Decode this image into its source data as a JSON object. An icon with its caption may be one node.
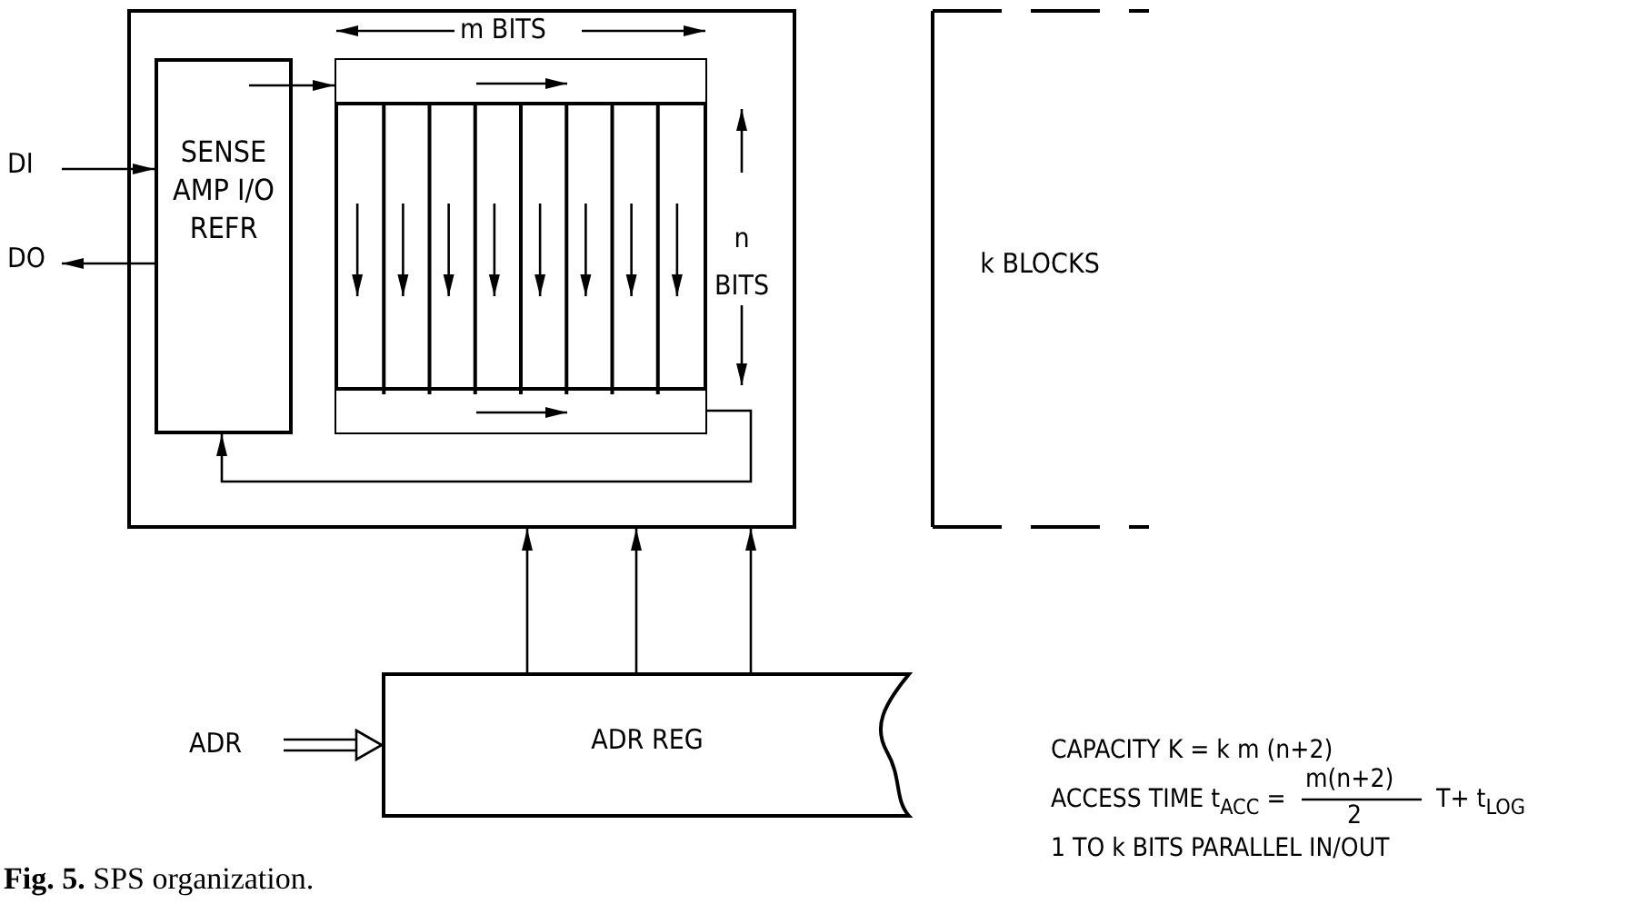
{
  "diagram": {
    "caption": "**Fig. 5.** SPS organization.",
    "nodes": [
      {
        "text": [],
        "shape": "box"
      },
      {
        "text": [
          "SENSE AMP I/O REFR"
        ],
        "in": 0
      },
      {
        "text": [],
        "shape": "bar",
        "in": 0
      },
      {
        "text": [],
        "shape": "box",
        "in": 0
      },
      {
        "text": [],
        "shape": "bar",
        "in": 0
      },
      {
        "text": [
          "k BLOCKS"
        ]
      },
      {
        "text": [
          "ADR REG"
        ]
      },
      {
        "text": [
          "DI"
        ]
      },
      {
        "text": [
          "DO"
        ]
      },
      {
        "text": [
          "ADR"
        ]
      }
    ],
    "edges": [
      {
        "from": 7,
        "to": 1,
        "arrow": "to"
      },
      {
        "from": 1,
        "to": 8,
        "arrow": "to"
      },
      {
        "from": 1,
        "to": 2,
        "arrow": "to"
      },
      {
        "from": 4,
        "to": 1,
        "arrow": "to"
      },
      {
        "from": 9,
        "to": 6,
        "arrow": "to"
      },
      {
        "from": 6,
        "to": 0,
        "arrow": "to"
      },
      {
        "from": 6,
        "to": 0,
        "arrow": "to"
      },
      {
        "from": 6,
        "to": 0,
        "arrow": "to"
      }
    ],
    "labels": [
      "m BITS",
      "n BITS",
      "CAPACITY K = k m (n+2)",
      "ACCESS TIME t$_{ACC}$ =",
      "m(n+2)",
      "2",
      "T+ t$_{LOG}$",
      "1 TO k BITS PARALLEL IN/OUT"
    ]
  }
}
